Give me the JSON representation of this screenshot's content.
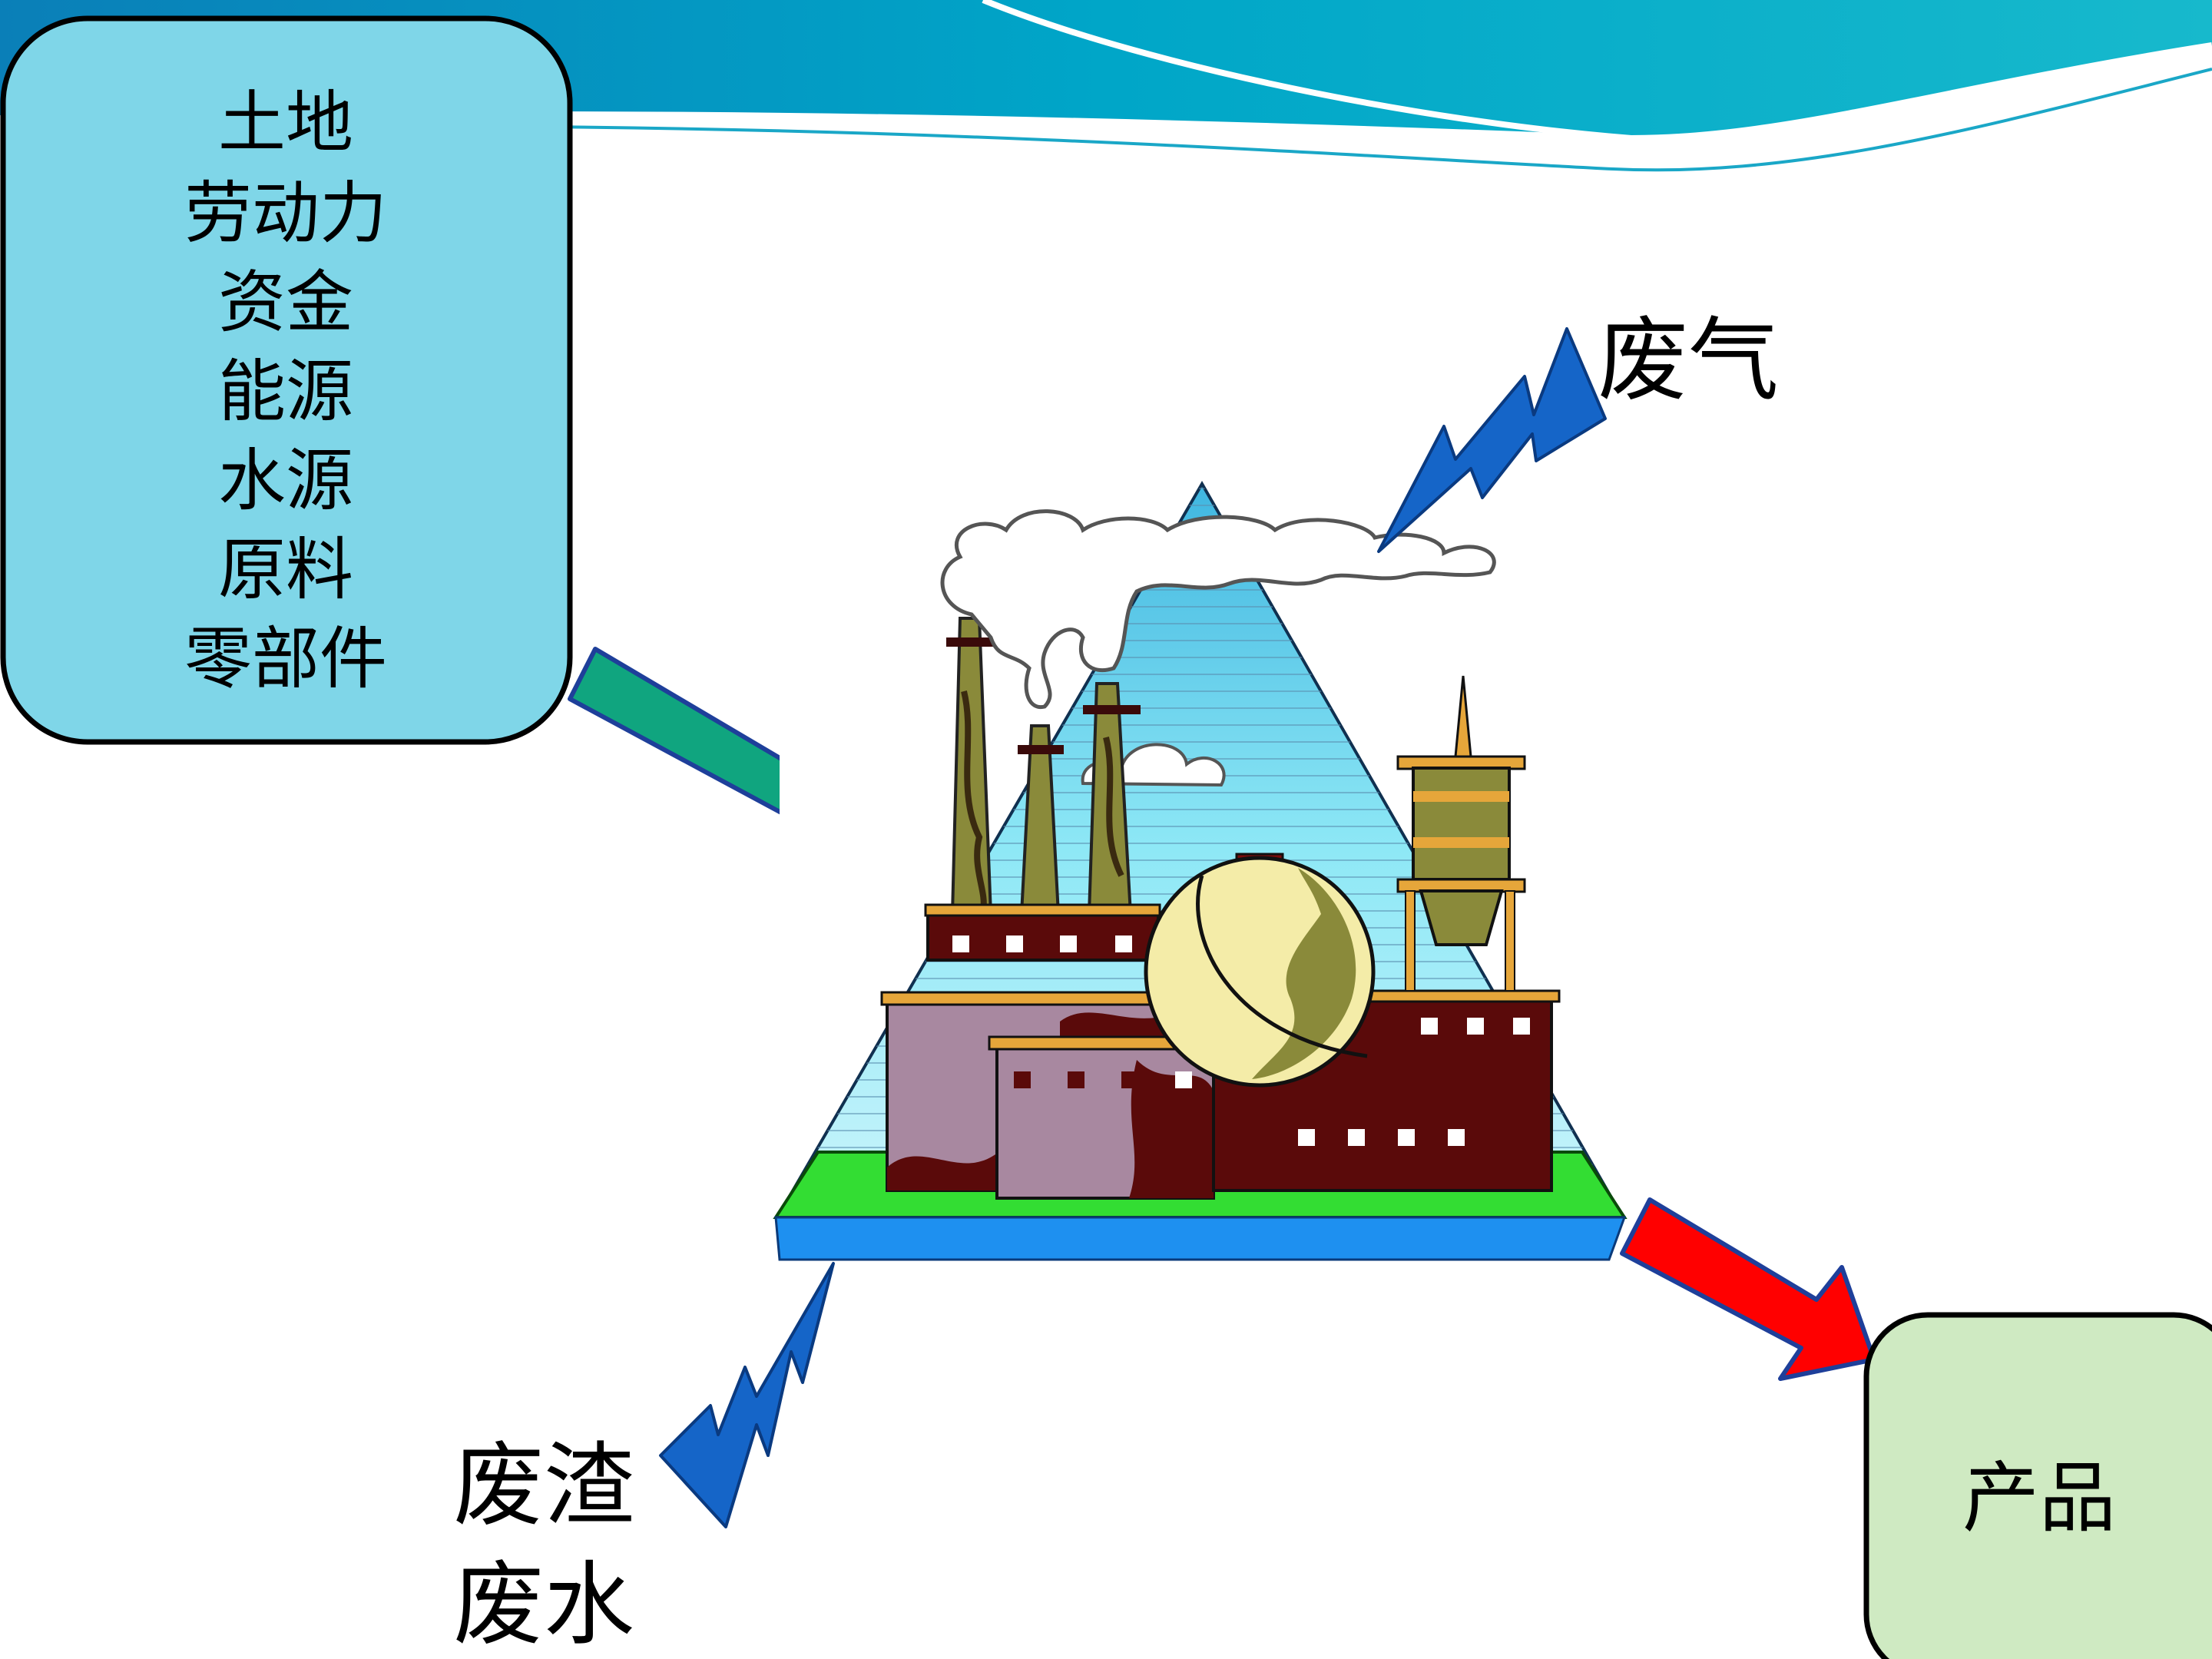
{
  "inputs": {
    "items": [
      "土地",
      "劳动力",
      "资金",
      "能源",
      "水源",
      "原料",
      "零部件"
    ]
  },
  "outputs": {
    "exhaust_gas": "废气",
    "waste_residue": "废渣",
    "waste_water": "废水",
    "product": "产品"
  },
  "colors": {
    "input_box": "#7fd6e8",
    "product_box": "#cfeac2",
    "input_arrow": "#10a57f",
    "product_arrow": "#ff0000",
    "lightning": "#1565c8",
    "banner": "#00a6c8",
    "pyramid_sky": "#7fe2f2",
    "ground_green": "#33dd33",
    "ground_blue": "#1e90f0",
    "factory_brown": "#5a0a0a",
    "factory_mauve": "#a888a0",
    "chimney_olive": "#8a8a3a",
    "tank_cream": "#f4eca8"
  },
  "icons": [
    "factory-icon",
    "cloud-icon",
    "lightning-bolt-icon"
  ]
}
